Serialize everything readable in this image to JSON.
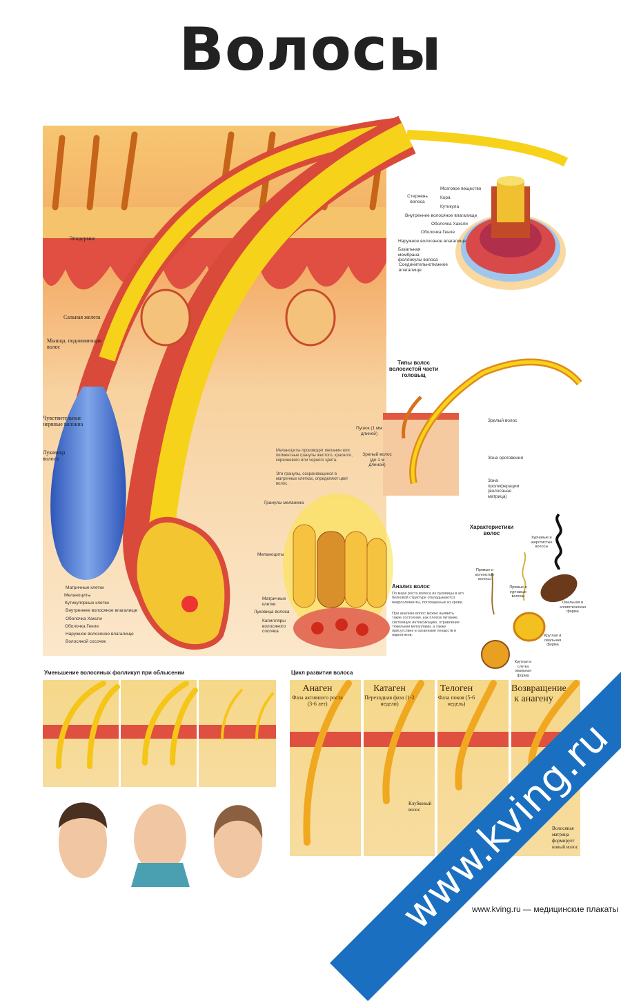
{
  "title": "Волосы",
  "main": {
    "left_labels": [
      "Эпидермис",
      "Сальная железа",
      "Мышца, поднимающая волос",
      "Чувствительные нервные волокна",
      "Луковица волоса"
    ],
    "bulb_labels": [
      "Матричные клетки",
      "Меланоциты",
      "Кутикулярные клетки",
      "Внутреннее волосяное влагалище",
      "Оболочка Хаксли",
      "Оболочка Генле",
      "Наружное волосяное влагалище",
      "Волосяной сосочек"
    ]
  },
  "cross_section": {
    "shaft": "Стержень волоса",
    "labels": [
      "Мозговое вещество",
      "Кора",
      "Кутикула",
      "Внутреннее волосяное влагалище",
      "Оболочка Хаксли",
      "Оболочка Генле",
      "Наружное волосяное влагалище",
      "Базальная мембрана фолликулы волоса",
      "Соединительнотканное влагалище"
    ]
  },
  "hair_types": {
    "title": "Типы волос волосистой части головыц",
    "labels": [
      "Пушок (1 мм длиной)",
      "Зрелый волос (до 1 м длиной)",
      "Зрелый волос",
      "Зона ороговения",
      "Зона пролиферации (волосяная матрица)"
    ]
  },
  "melanin": {
    "text1": "Меланоциты производят меланин или пигментные гранулы желтого, красного, коричневого или черного цвета.",
    "text2": "Эти гранулы, сохраняющиеся в матричных клетках, определяют цвет волос.",
    "labels": [
      "Гранулы меланина",
      "Меланоциты",
      "Матричные клетки",
      "Луковица волоса",
      "Капилляры волосяного сосочка"
    ]
  },
  "analysis": {
    "title": "Анализ волос",
    "p1": "По мере роста волоса из луковицы в его белковой структуре откладываются микроэлементы, поглощенные из крови.",
    "p2": "При анализе волос можно выявить такие состояния, как плохое питание, системную интоксикацию, отравление тяжелыми металлами, а также присутствие в организме лекарств и наркотиков."
  },
  "characteristics": {
    "title": "Характеристики волос",
    "labels": [
      "Курчавые и шерстистые волосы",
      "Прямые и волнистые волосы",
      "Прямые и курчавые волосы",
      "Овальная и эллиптическая форма",
      "Круглая и овальная форма",
      "Круглая и слегка овальная форма"
    ]
  },
  "baldness": {
    "title": "Уменьшение волосяных фолликул при облысении"
  },
  "cycle": {
    "title": "Цикл развития волоса",
    "phases": [
      {
        "name": "Анаген",
        "desc": "Фаза активного роста (3-6 лет)"
      },
      {
        "name": "Катаген",
        "desc": "Переходная фаза (1-2 недели)"
      },
      {
        "name": "Телоген",
        "desc": "Фаза покоя (5-6 недель)"
      },
      {
        "name": "Возвращение к анагену",
        "desc": ""
      }
    ],
    "club": "Клубковый волос",
    "matrix": "Волосяная матрица формирует новый волос"
  },
  "watermark": "www.kving.ru",
  "footer": "www.kving.ru — медицинские плакаты",
  "colors": {
    "banner": "#1a6fc0",
    "hair": "#f7d21a",
    "skin": "#f4b15a",
    "dermis": "#e9584a"
  }
}
